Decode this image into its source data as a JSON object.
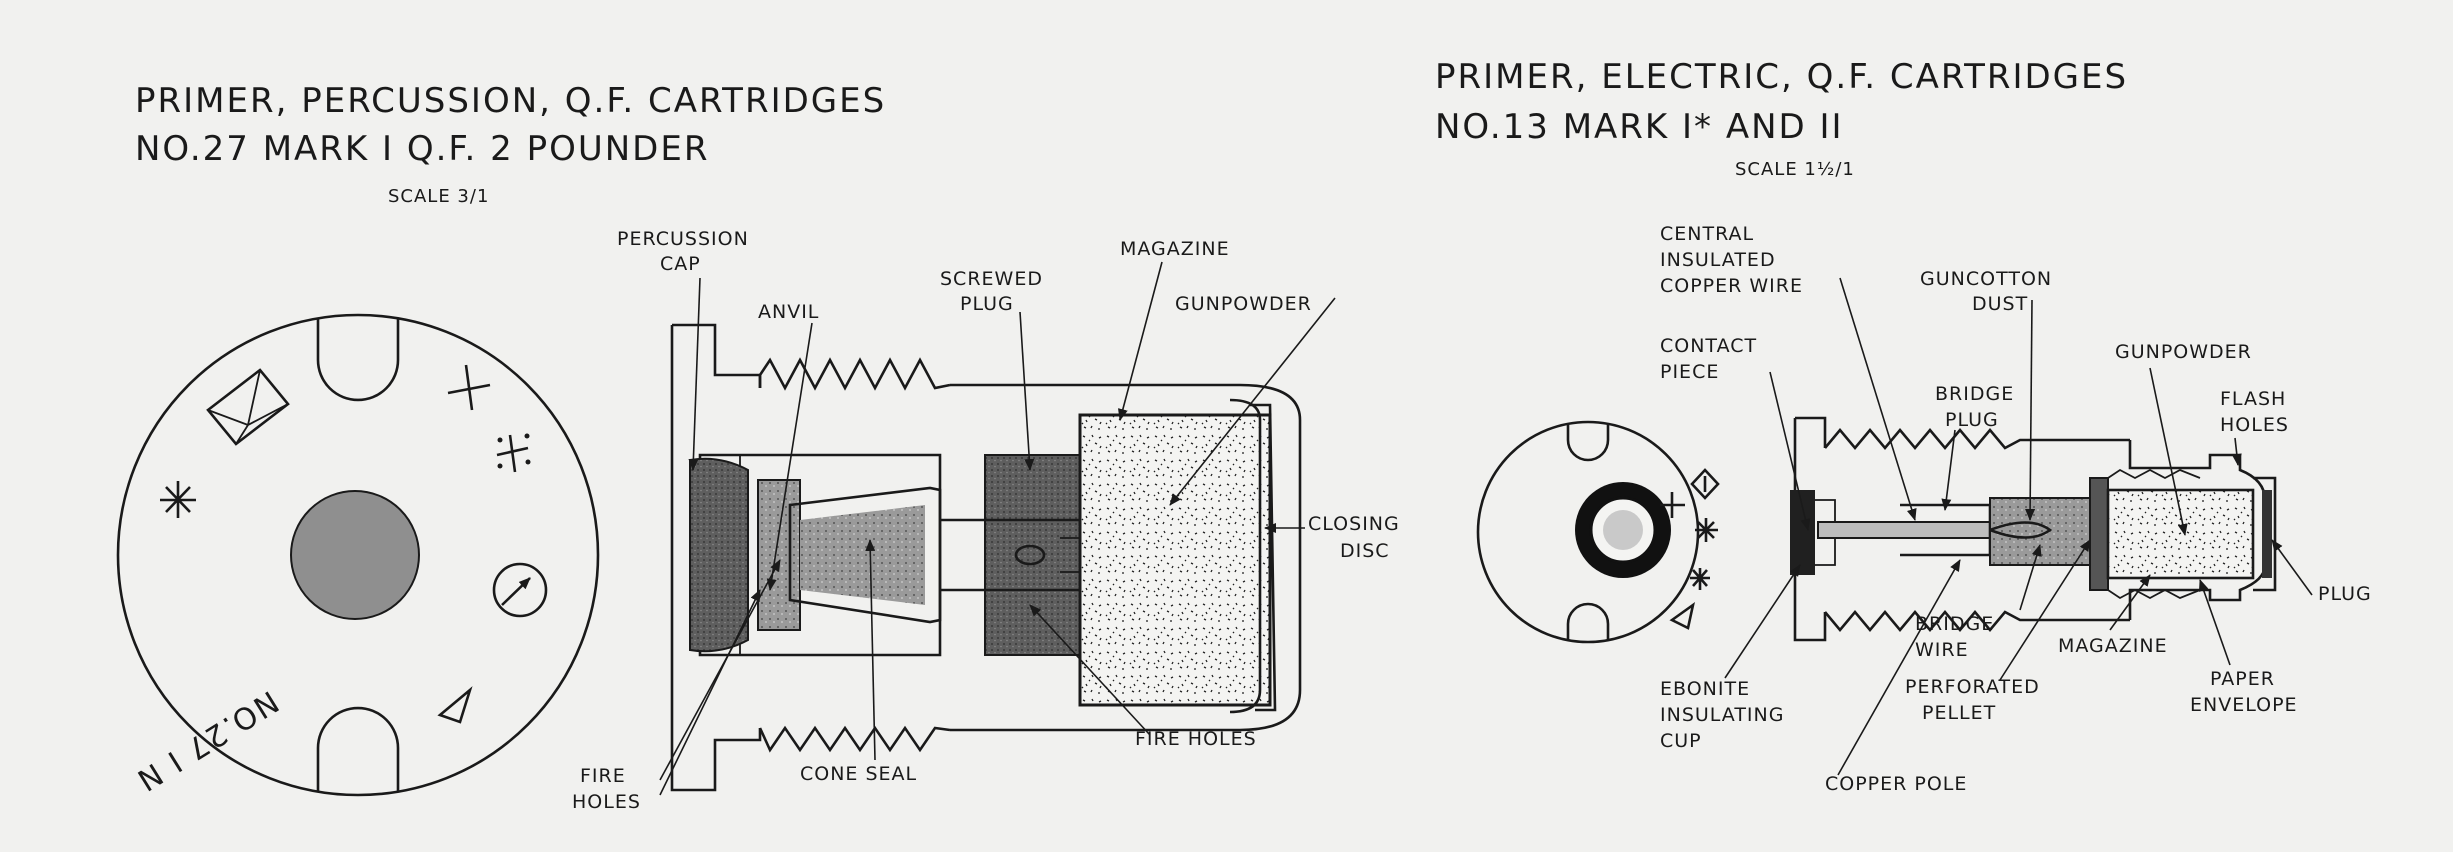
{
  "left": {
    "title_line1": "PRIMER, PERCUSSION, Q.F. CARTRIDGES",
    "title_line2": "NO.27  MARK I  Q.F.  2 POUNDER",
    "scale": "SCALE 3/1",
    "base_marking": "NO.27 I N",
    "labels": {
      "percussion_cap_1": "PERCUSSION",
      "percussion_cap_2": "CAP",
      "anvil": "ANVIL",
      "screwed_plug_1": "SCREWED",
      "screwed_plug_2": "PLUG",
      "magazine": "MAGAZINE",
      "gunpowder": "GUNPOWDER",
      "closing_disc_1": "CLOSING",
      "closing_disc_2": "DISC",
      "fire_holes_right": "FIRE HOLES",
      "cone_seal": "CONE SEAL",
      "fire_holes_left_1": "FIRE",
      "fire_holes_left_2": "HOLES"
    }
  },
  "right": {
    "title_line1": "PRIMER, ELECTRIC, Q.F. CARTRIDGES",
    "title_line2": "NO.13  MARK I* AND II",
    "scale": "SCALE 1½/1",
    "labels": {
      "central_wire_1": "CENTRAL",
      "central_wire_2": "INSULATED",
      "central_wire_3": "COPPER WIRE",
      "guncotton_1": "GUNCOTTON",
      "guncotton_2": "DUST",
      "contact_1": "CONTACT",
      "contact_2": "PIECE",
      "gunpowder": "GUNPOWDER",
      "bridge_plug_1": "BRIDGE",
      "bridge_plug_2": "PLUG",
      "flash_holes_1": "FLASH",
      "flash_holes_2": "HOLES",
      "plug": "PLUG",
      "bridge_wire_1": "BRIDGE",
      "bridge_wire_2": "WIRE",
      "magazine": "MAGAZINE",
      "ebonite_1": "EBONITE",
      "ebonite_2": "INSULATING",
      "ebonite_3": "CUP",
      "pellet_1": "PERFORATED",
      "pellet_2": "PELLET",
      "envelope_1": "PAPER",
      "envelope_2": "ENVELOPE",
      "copper_pole": "COPPER POLE"
    }
  }
}
